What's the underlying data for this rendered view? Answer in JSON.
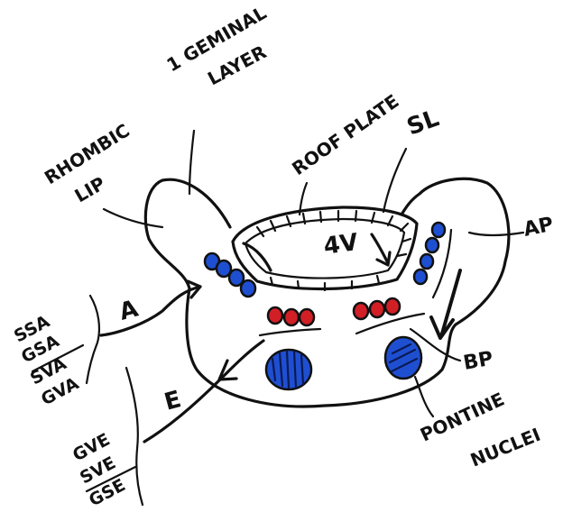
{
  "labels": {
    "trigeminal": [
      "1 GEMINAL",
      "LAYER"
    ],
    "rhombic": [
      "RHOMBIC",
      "LIP"
    ],
    "roof_plate": "ROOF PLATE",
    "sl": "SL",
    "ap": "AP",
    "fourth_v": "4V",
    "a": "A",
    "e": "E",
    "bp": "BP",
    "pontine": [
      "PONTINE",
      "NUCLEI"
    ],
    "afferent": [
      "SSA",
      "GSA",
      "SVA",
      "GVA"
    ],
    "efferent": [
      "GVE",
      "SVE",
      "GSE"
    ]
  },
  "colors": {
    "ink": "#111111",
    "blue": "#1f4fd1",
    "red": "#d21f26"
  }
}
